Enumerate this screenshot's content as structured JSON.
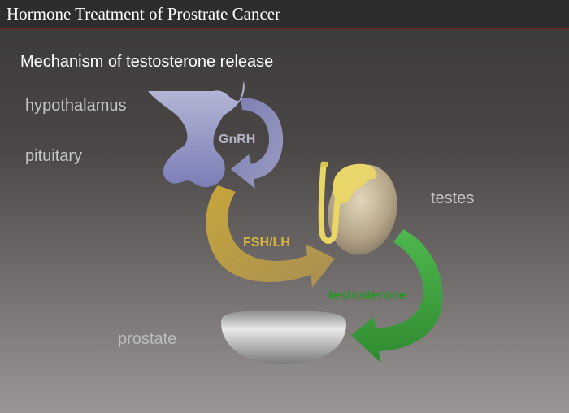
{
  "header": {
    "title": "Hormone Treatment of Prostrate Cancer"
  },
  "slide": {
    "subtitle": "Mechanism of testosterone release"
  },
  "labels": {
    "hypothalamus": "hypothalamus",
    "pituitary": "pituitary",
    "testes": "testes",
    "prostate": "prostate"
  },
  "arrows": {
    "gnrh": "GnRH",
    "fsh_lh": "FSH/LH",
    "testosterone": "testosterone"
  },
  "colors": {
    "header_rule": "#7a1a1a",
    "gnrh_arrow": "#8486b3",
    "fsh_arrow": "#c9a73f",
    "testosterone_arrow": "#3f9f3f"
  }
}
